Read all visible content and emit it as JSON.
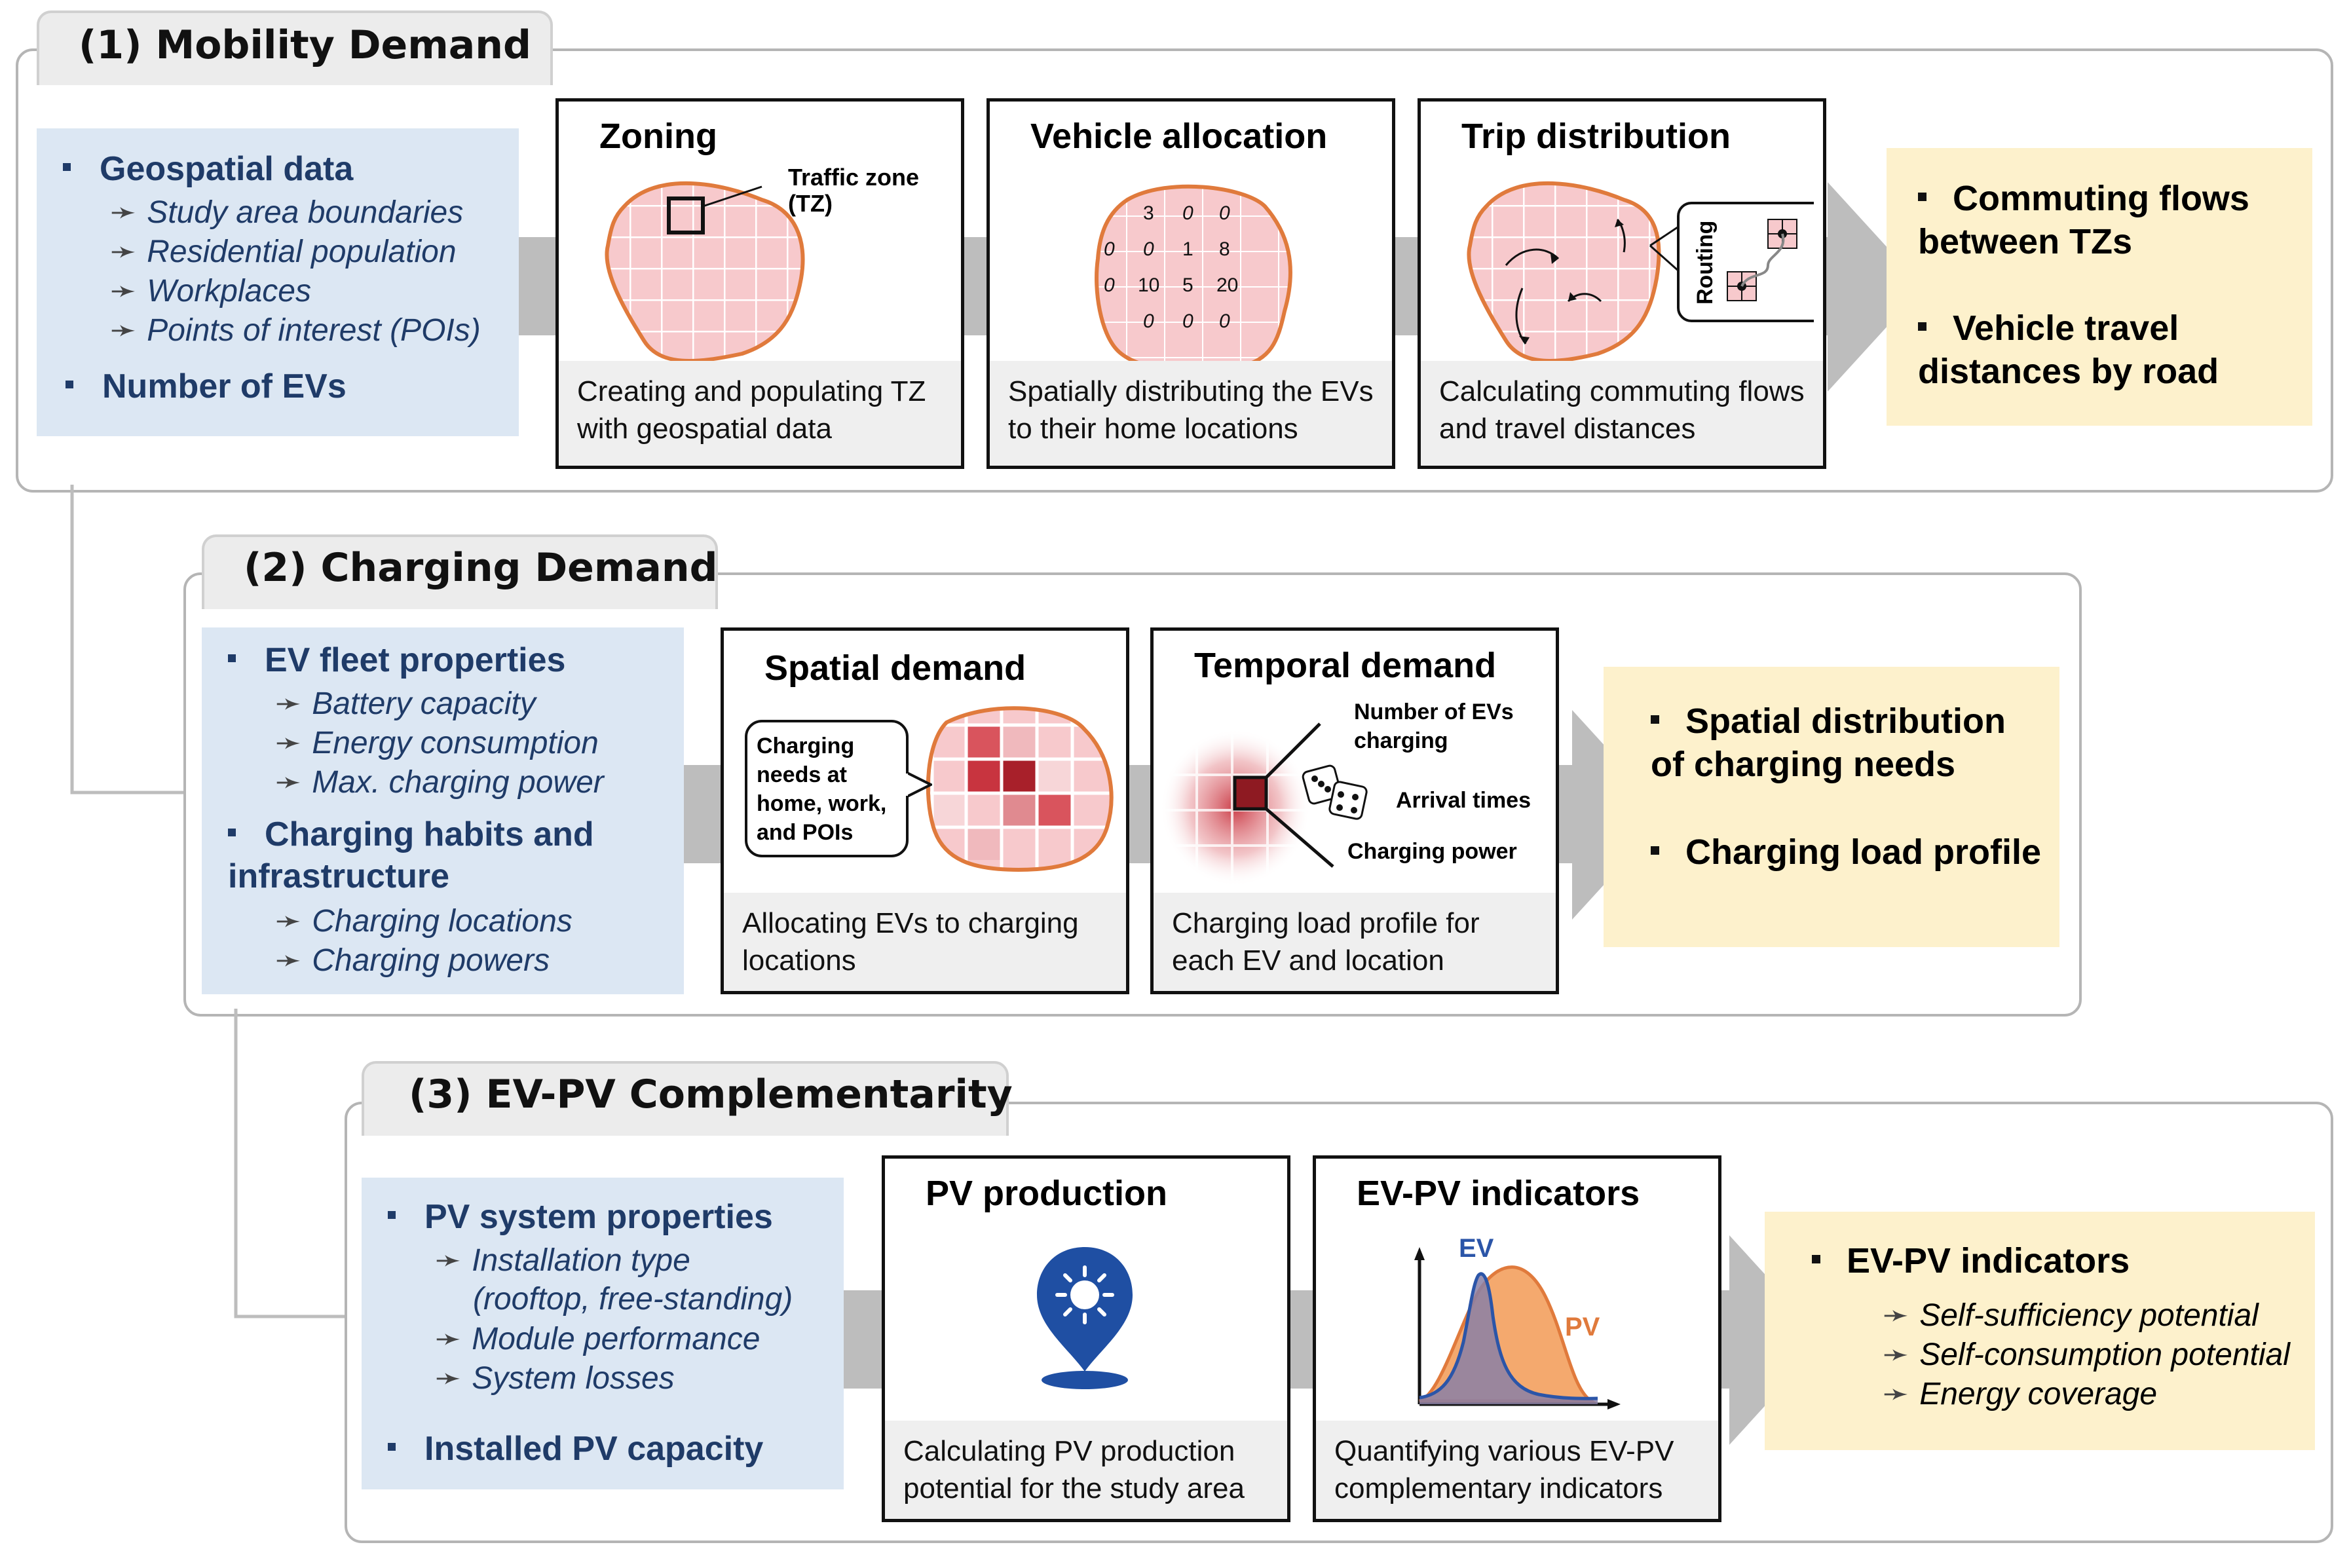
{
  "sections": [
    {
      "title": "(1) Mobility Demand",
      "inputs": {
        "groups": [
          {
            "head": "Geospatial data",
            "items": [
              "Study area boundaries",
              "Residential population",
              "Workplaces",
              "Points of interest (POIs)"
            ]
          },
          {
            "head": "Number of EVs",
            "items": []
          }
        ]
      },
      "steps": [
        {
          "title": "Zoning",
          "desc": "Creating and populating TZ with geospatial data",
          "callout": "Traffic zone (TZ)"
        },
        {
          "title": "Vehicle allocation",
          "desc": "Spatially distributing the EVs to their home locations",
          "grid_numbers": [
            "3",
            "0",
            "0",
            "0",
            "0",
            "1",
            "8",
            "0",
            "10",
            "5",
            "20",
            "0",
            "0",
            "0"
          ]
        },
        {
          "title": "Trip distribution",
          "desc": "Calculating commuting flows and travel distances",
          "inset_label": "Routing"
        }
      ],
      "outputs": [
        {
          "text": "Commuting flows between TZs",
          "items": []
        },
        {
          "text": "Vehicle travel distances by road",
          "items": []
        }
      ]
    },
    {
      "title": "(2) Charging Demand",
      "inputs": {
        "groups": [
          {
            "head": "EV fleet properties",
            "items": [
              "Battery capacity",
              "Energy consumption",
              "Max. charging power"
            ]
          },
          {
            "head": "Charging habits and infrastructure",
            "items": [
              "Charging locations",
              "Charging powers"
            ]
          }
        ]
      },
      "steps": [
        {
          "title": "Spatial demand",
          "desc": "Allocating EVs to charging locations",
          "bubble": "Charging needs at home, work, and POIs"
        },
        {
          "title": "Temporal demand",
          "desc": "Charging load profile for each EV and location",
          "labels": [
            "Number of EVs charging",
            "Arrival times",
            "Charging power"
          ]
        }
      ],
      "outputs": [
        {
          "text": "Spatial distribution of charging needs",
          "items": []
        },
        {
          "text": "Charging load profile",
          "items": []
        }
      ]
    },
    {
      "title": "(3) EV-PV Complementarity",
      "inputs": {
        "groups": [
          {
            "head": "PV system properties",
            "items": [
              "Installation type",
              "(rooftop, free-standing)",
              "Module performance",
              "System losses"
            ]
          },
          {
            "head": "Installed PV capacity",
            "items": []
          }
        ]
      },
      "steps": [
        {
          "title": "PV production",
          "desc": "Calculating PV production potential for the study area"
        },
        {
          "title": "EV-PV indicators",
          "desc": "Quantifying various EV-PV complementary indicators",
          "curve_labels": [
            "EV",
            "PV"
          ]
        }
      ],
      "outputs": [
        {
          "text": "EV-PV indicators",
          "items": [
            "Self-sufficiency potential",
            "Self-consumption potential",
            "Energy coverage"
          ]
        }
      ]
    }
  ],
  "colors": {
    "input_bg": "#dce7f3",
    "output_bg": "#fdf1cc",
    "input_text": "#1f3b68",
    "zone_fill": "#f7c9cc",
    "zone_edge": "#e07a3c",
    "connector": "#bdbdbd"
  },
  "icons": {
    "sub_bullet": "arrow-icon",
    "pv": "location-pin-sun-icon",
    "dice": "dice-icon"
  }
}
